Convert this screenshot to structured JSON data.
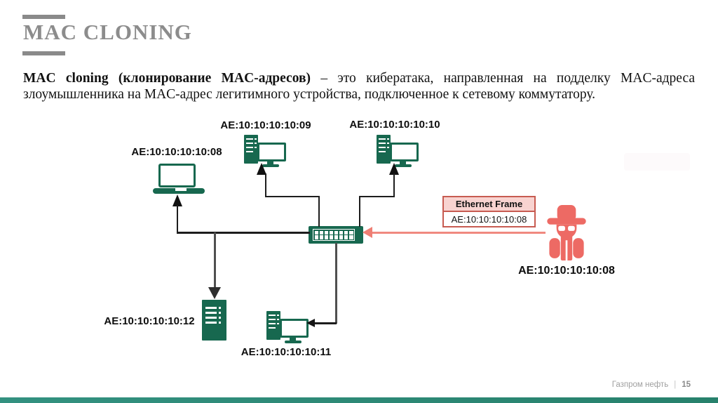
{
  "slide": {
    "title": "MAC CLONING",
    "paragraph_bold": "MAC cloning (клонирование MAC-адресов)",
    "paragraph_rest": " – это кибератака, направленная на подделку MAC-адреса злоумышленника на MAC-адрес легитимного устройства, подключенное к сетевому коммутатору."
  },
  "diagram": {
    "labels": {
      "laptop": "AE:10:10:10:10:08",
      "desktop09": "AE:10:10:10:10:09",
      "desktop10": "AE:10:10:10:10:10",
      "desktop11": "AE:10:10:10:10:11",
      "server12": "AE:10:10:10:10:12",
      "attacker": "AE:10:10:10:10:08"
    },
    "ethernet_frame": {
      "title": "Ethernet Frame",
      "mac": "AE:10:10:10:10:08"
    }
  },
  "footer": {
    "brand": "Газпром нефть",
    "separator": "|",
    "page": "15"
  },
  "colors": {
    "device_green": "#17684f",
    "attacker_salmon": "#ed6a64",
    "frame_border_red": "#c75b51",
    "frame_header_pink": "#f8d3d0",
    "title_gray": "#8c8c8c",
    "bottom_bar_green": "#2e8b76"
  }
}
